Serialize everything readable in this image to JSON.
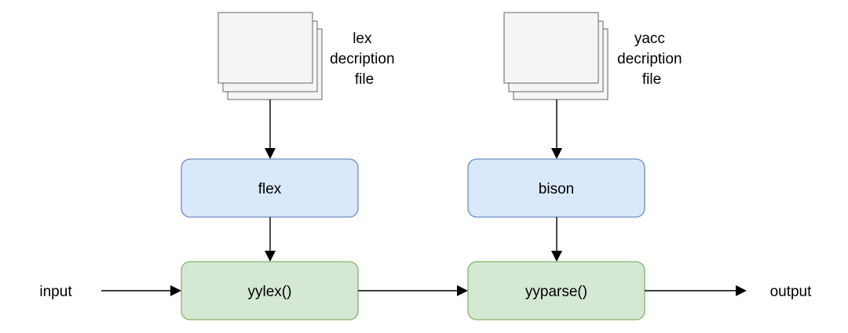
{
  "documents": {
    "lex_lines": [
      "lex",
      "decription",
      "file"
    ],
    "yacc_lines": [
      "yacc",
      "decription",
      "file"
    ]
  },
  "nodes": {
    "flex": "flex",
    "bison": "bison",
    "yylex": "yylex()",
    "yyparse": "yyparse()"
  },
  "io": {
    "input": "input",
    "output": "output"
  },
  "colors": {
    "tool_fill": "#dae8fc",
    "tool_stroke": "#6c8ebf",
    "function_fill": "#d5e8d4",
    "function_stroke": "#82b366",
    "document_fill": "#f5f5f5",
    "document_stroke": "#666666"
  }
}
